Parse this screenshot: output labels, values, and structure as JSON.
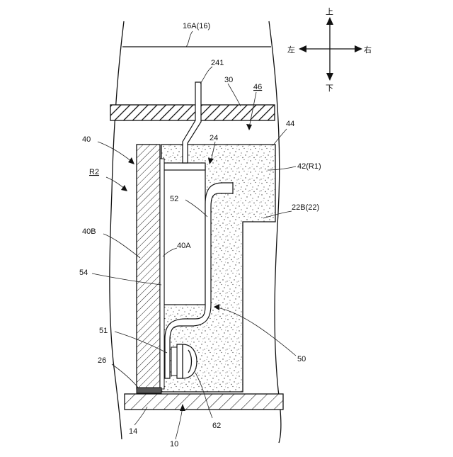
{
  "diagram": {
    "labels": {
      "l16a": "16A(16)",
      "l241": "241",
      "l30": "30",
      "l46": "46",
      "l44": "44",
      "l24": "24",
      "l40": "40",
      "lR2": "R2",
      "l42": "42(R1)",
      "l52": "52",
      "l22b": "22B(22)",
      "l40b": "40B",
      "l40a": "40A",
      "l54": "54",
      "l51": "51",
      "l50": "50",
      "l26": "26",
      "l62": "62",
      "l14": "14",
      "l10": "10"
    },
    "compass": {
      "up": "上",
      "down": "下",
      "left": "左",
      "right": "右"
    },
    "colors": {
      "line": "#111111",
      "hatch": "#222222",
      "speckle": "#444444",
      "seal": "#555555"
    }
  }
}
